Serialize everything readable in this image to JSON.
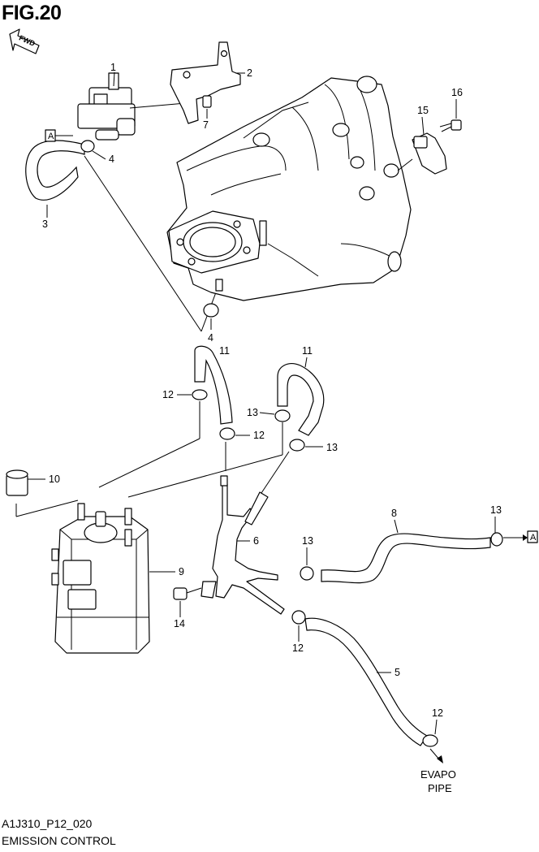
{
  "figure": {
    "title": "FIG.20",
    "code": "A1J310_P12_020",
    "name": "EMISSION CONTROL",
    "fwd_label": "FWD",
    "ref_label": "A",
    "evapo_line1": "EVAPO",
    "evapo_line2": "PIPE"
  },
  "callouts": [
    "1",
    "2",
    "3",
    "4",
    "4",
    "5",
    "6",
    "7",
    "8",
    "9",
    "10",
    "11",
    "11",
    "12",
    "12",
    "12",
    "12",
    "13",
    "13",
    "13",
    "13",
    "14",
    "15",
    "16"
  ]
}
